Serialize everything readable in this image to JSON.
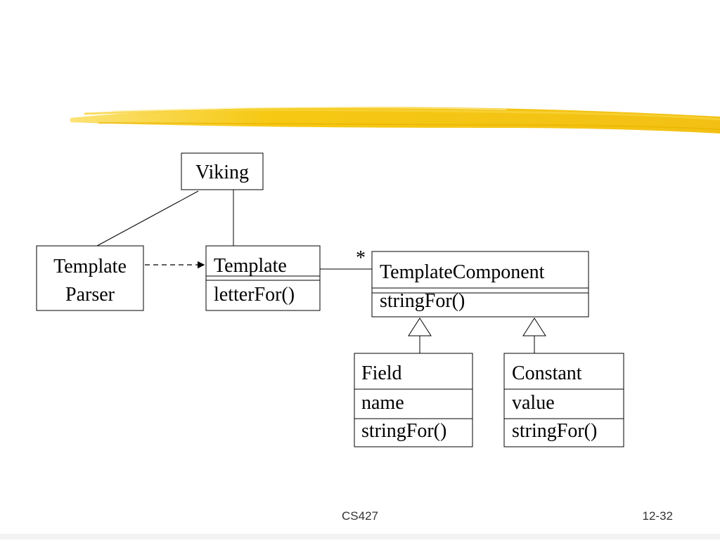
{
  "diagram": {
    "classes": {
      "viking": {
        "name": "Viking"
      },
      "template_parser": {
        "name_line1": "Template",
        "name_line2": "Parser"
      },
      "template": {
        "name": "Template",
        "method": "letterFor()"
      },
      "template_component": {
        "name": "TemplateComponent",
        "method": "stringFor()"
      },
      "field": {
        "name": "Field",
        "attribute": "name",
        "method": "stringFor()"
      },
      "constant": {
        "name": "Constant",
        "attribute": "value",
        "method": "stringFor()"
      }
    },
    "multiplicity": "*"
  },
  "footer": {
    "course": "CS427",
    "page": "12-32"
  },
  "colors": {
    "accent_stroke": "#f5c400",
    "footer_bar": "#f2f2f2"
  }
}
